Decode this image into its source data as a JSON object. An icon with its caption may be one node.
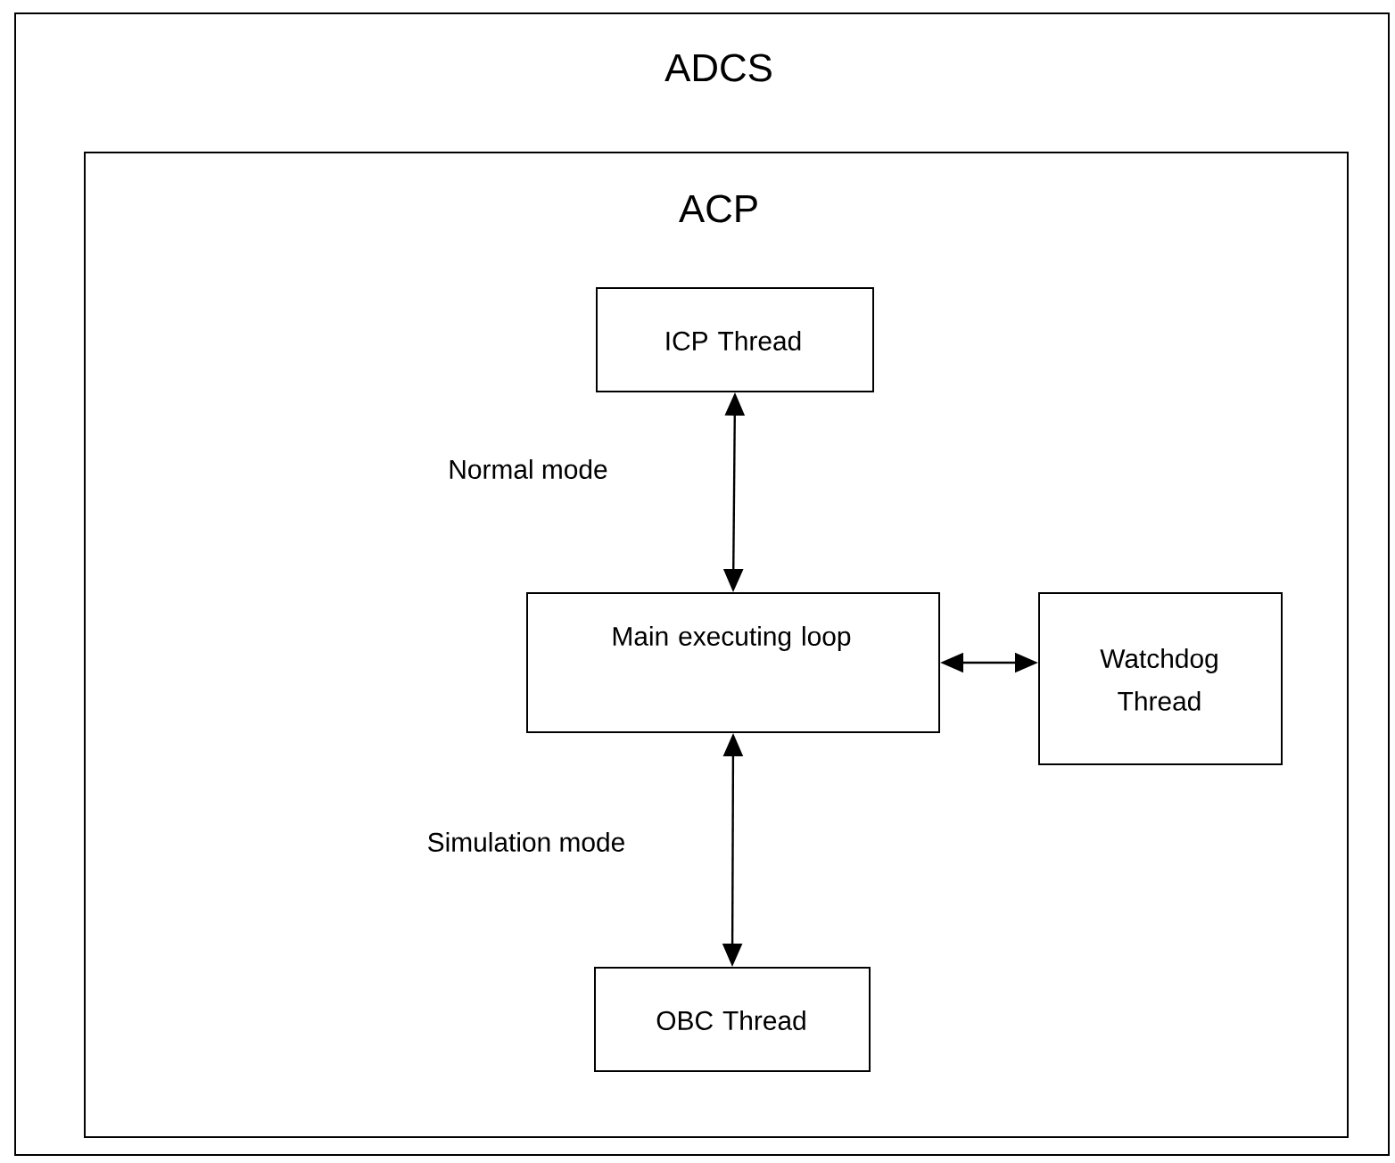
{
  "diagram": {
    "nodes": [
      {
        "text": [
          "ADCS"
        ]
      },
      {
        "text": [
          "ACP"
        ],
        "in": 0
      },
      {
        "text": [
          "ICP Thread"
        ],
        "in": 1
      },
      {
        "text": [
          "Main executing loop"
        ],
        "in": 1
      },
      {
        "text": [
          "Watchdog Thread"
        ],
        "in": 1
      },
      {
        "text": [
          "OBC Thread"
        ],
        "in": 1
      }
    ],
    "edges": [
      {
        "from": 2,
        "to": 3,
        "arrow": "both",
        "label": "Normal mode"
      },
      {
        "from": 3,
        "to": 4,
        "arrow": "both"
      },
      {
        "from": 3,
        "to": 5,
        "arrow": "both",
        "label": "Simulation mode"
      }
    ]
  }
}
